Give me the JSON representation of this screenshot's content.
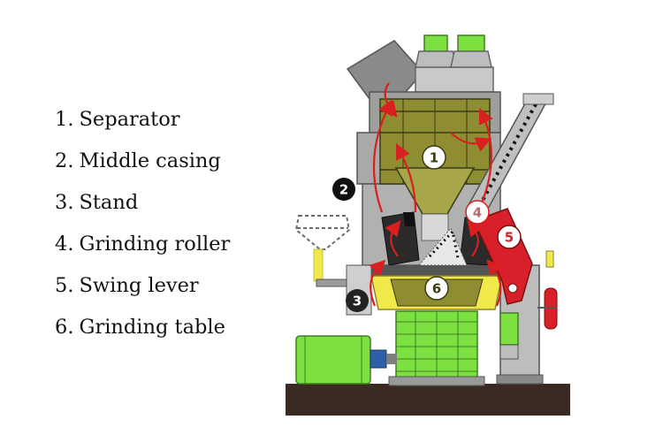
{
  "legend": {
    "items": [
      {
        "number": "1.",
        "label": "Separator"
      },
      {
        "number": "2.",
        "label": "Middle casing"
      },
      {
        "number": "3.",
        "label": "Stand"
      },
      {
        "number": "4.",
        "label": "Grinding roller"
      },
      {
        "number": "5.",
        "label": "Swing lever"
      },
      {
        "number": "6.",
        "label": "Grinding table"
      }
    ]
  },
  "diagram": {
    "markers": [
      {
        "id": "1",
        "text": "1"
      },
      {
        "id": "2",
        "text": "2"
      },
      {
        "id": "3",
        "text": "3"
      },
      {
        "id": "4",
        "text": "4"
      },
      {
        "id": "5",
        "text": "5"
      },
      {
        "id": "6",
        "text": "6"
      }
    ],
    "colors": {
      "casing": "#a9a9a9",
      "casing_dark": "#7f7f7f",
      "separator": "#8e8d32",
      "motor_green": "#7be040",
      "grinding_table": "#f1e94a",
      "air_flow": "#d91f1f",
      "swing_lever": "#d7202a",
      "base": "#3a2a21"
    }
  }
}
